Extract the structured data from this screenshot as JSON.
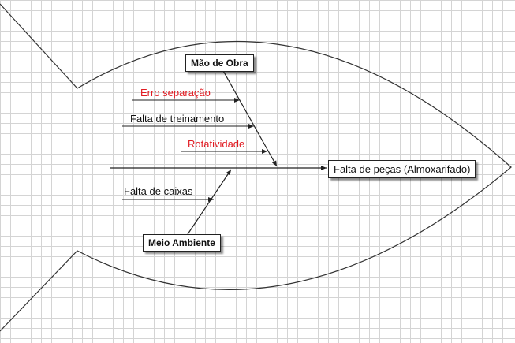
{
  "effect": {
    "label": "Falta de peças (Almoxarifado)"
  },
  "categories": {
    "mao_de_obra": {
      "label": "Mão de Obra"
    },
    "meio_ambiente": {
      "label": "Meio Ambiente"
    }
  },
  "causes": {
    "erro_separacao": {
      "label": "Erro separação",
      "color": "#e11b22"
    },
    "falta_treinamento": {
      "label": "Falta de treinamento",
      "color": "#111111"
    },
    "rotatividade": {
      "label": "Rotatividade",
      "color": "#e11b22"
    },
    "falta_caixas": {
      "label": "Falta de caixas",
      "color": "#111111"
    }
  }
}
